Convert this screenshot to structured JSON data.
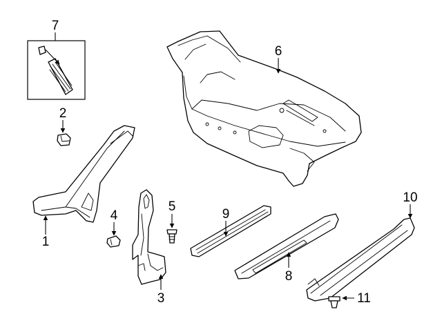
{
  "callouts": [
    {
      "id": "c1",
      "text": "1"
    },
    {
      "id": "c2",
      "text": "2"
    },
    {
      "id": "c3",
      "text": "3"
    },
    {
      "id": "c4",
      "text": "4"
    },
    {
      "id": "c5",
      "text": "5"
    },
    {
      "id": "c6",
      "text": "6"
    },
    {
      "id": "c7",
      "text": "7"
    },
    {
      "id": "c8",
      "text": "8"
    },
    {
      "id": "c9",
      "text": "9"
    },
    {
      "id": "c10",
      "text": "10"
    },
    {
      "id": "c11",
      "text": "11"
    }
  ],
  "colors": {
    "line": "#000000",
    "background": "#ffffff"
  }
}
